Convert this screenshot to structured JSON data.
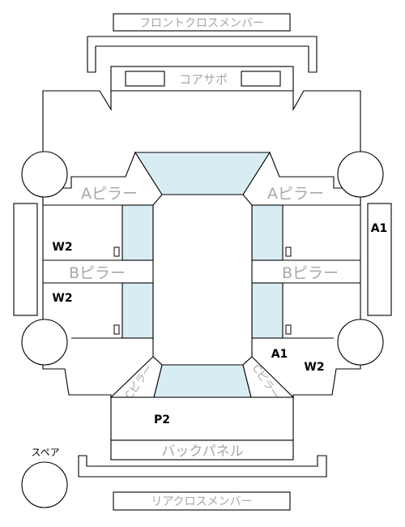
{
  "labels": {
    "front_cross_member": "フロントクロスメンバー",
    "core_support": "コアサポ",
    "a_pillar_left": "Aピラー",
    "a_pillar_right": "Aピラー",
    "b_pillar_left": "Bピラー",
    "b_pillar_right": "Bピラー",
    "c_pillar_left": "Cピラー",
    "c_pillar_right": "Cピラー",
    "back_panel": "バックパネル",
    "rear_cross_member": "リアクロスメンバー",
    "spare": "スペア"
  },
  "marks": {
    "a1_right_side": "A1",
    "w2_left_front": "W2",
    "w2_left_rear": "W2",
    "a1_right_rear": "A1",
    "w2_right_rear": "W2",
    "p2": "P2"
  },
  "colors": {
    "glass": "#d8edf3",
    "outline": "#000000",
    "label_grey": "#a7a7a7"
  }
}
